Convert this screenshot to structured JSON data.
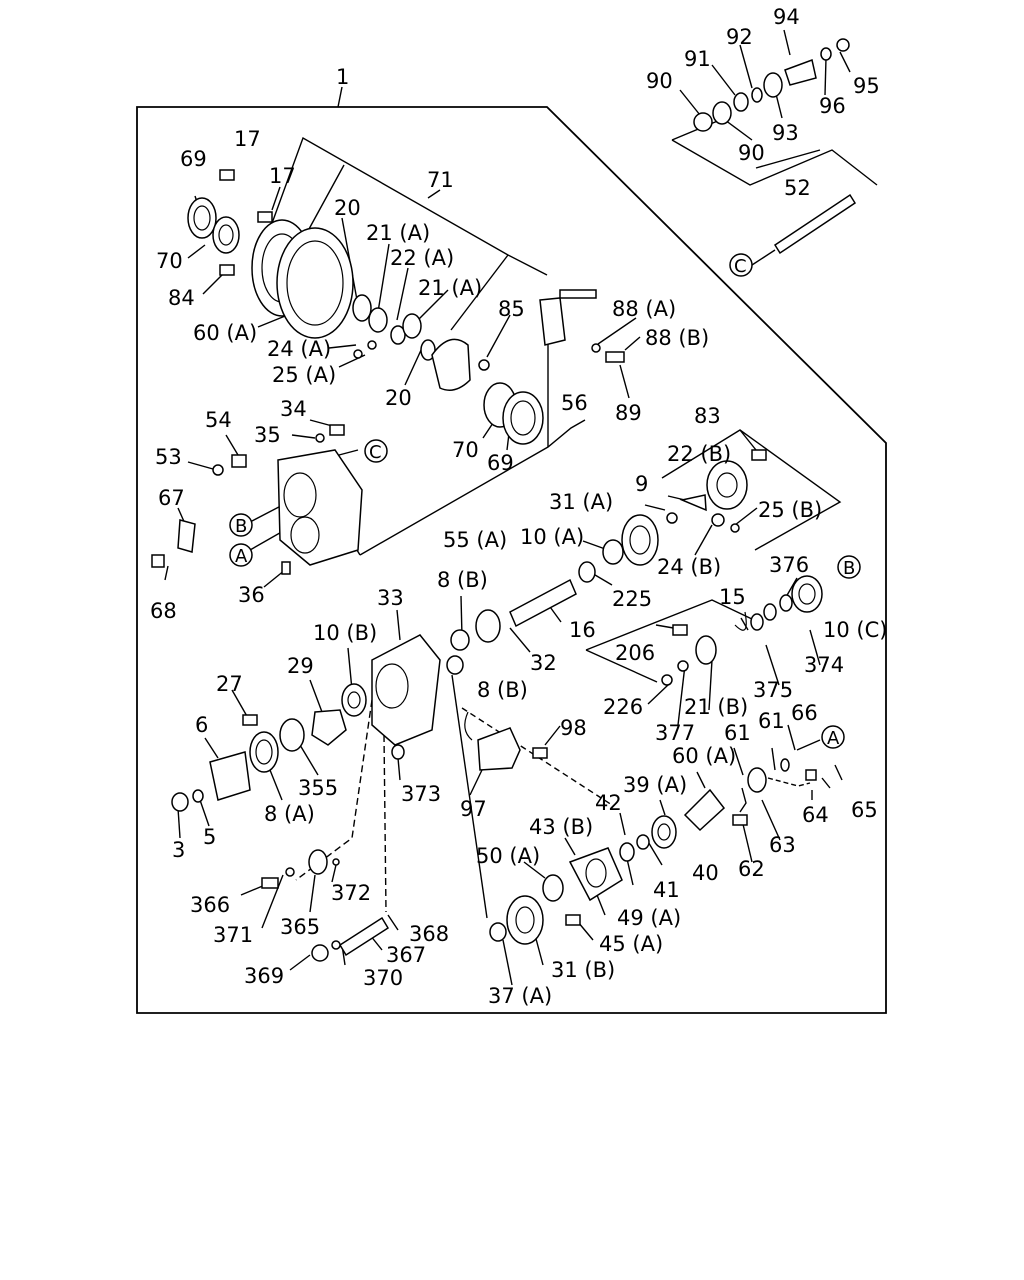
{
  "callouts": [
    {
      "id": "c1",
      "text": "1"
    },
    {
      "id": "c17a",
      "text": "17"
    },
    {
      "id": "c17b",
      "text": "17"
    },
    {
      "id": "c69a",
      "text": "69"
    },
    {
      "id": "c70a",
      "text": "70"
    },
    {
      "id": "c84",
      "text": "84"
    },
    {
      "id": "c60a",
      "text": "60 (A)"
    },
    {
      "id": "c71",
      "text": "71"
    },
    {
      "id": "c20a",
      "text": "20"
    },
    {
      "id": "c21a1",
      "text": "21 (A)"
    },
    {
      "id": "c22a",
      "text": "22 (A)"
    },
    {
      "id": "c21a2",
      "text": "21 (A)"
    },
    {
      "id": "c24a",
      "text": "24 (A)"
    },
    {
      "id": "c25a",
      "text": "25 (A)"
    },
    {
      "id": "c20b",
      "text": "20"
    },
    {
      "id": "c85",
      "text": "85"
    },
    {
      "id": "c88a",
      "text": "88 (A)"
    },
    {
      "id": "c88b",
      "text": "88 (B)"
    },
    {
      "id": "c89",
      "text": "89"
    },
    {
      "id": "c56",
      "text": "56"
    },
    {
      "id": "c70b",
      "text": "70"
    },
    {
      "id": "c69b",
      "text": "69"
    },
    {
      "id": "c54",
      "text": "54"
    },
    {
      "id": "c34",
      "text": "34"
    },
    {
      "id": "c35",
      "text": "35"
    },
    {
      "id": "c53",
      "text": "53"
    },
    {
      "id": "c67",
      "text": "67"
    },
    {
      "id": "c68",
      "text": "68"
    },
    {
      "id": "c36",
      "text": "36"
    },
    {
      "id": "c55a",
      "text": "55 (A)"
    },
    {
      "id": "c83",
      "text": "83"
    },
    {
      "id": "c22b",
      "text": "22 (B)"
    },
    {
      "id": "c9",
      "text": "9"
    },
    {
      "id": "c31a",
      "text": "31 (A)"
    },
    {
      "id": "c25b",
      "text": "25 (B)"
    },
    {
      "id": "c10a",
      "text": "10 (A)"
    },
    {
      "id": "c24b",
      "text": "24 (B)"
    },
    {
      "id": "c225",
      "text": "225"
    },
    {
      "id": "c376",
      "text": "376"
    },
    {
      "id": "c10c",
      "text": "10 (C)"
    },
    {
      "id": "c8b1",
      "text": "8 (B)"
    },
    {
      "id": "c33",
      "text": "33"
    },
    {
      "id": "c16",
      "text": "16"
    },
    {
      "id": "c15",
      "text": "15"
    },
    {
      "id": "c10b",
      "text": "10 (B)"
    },
    {
      "id": "c32",
      "text": "32"
    },
    {
      "id": "c206",
      "text": "206"
    },
    {
      "id": "c374",
      "text": "374"
    },
    {
      "id": "c29",
      "text": "29"
    },
    {
      "id": "c8b2",
      "text": "8 (B)"
    },
    {
      "id": "c375",
      "text": "375"
    },
    {
      "id": "c27",
      "text": "27"
    },
    {
      "id": "c226",
      "text": "226"
    },
    {
      "id": "c21b",
      "text": "21 (B)"
    },
    {
      "id": "c6",
      "text": "6"
    },
    {
      "id": "c98",
      "text": "98"
    },
    {
      "id": "c377",
      "text": "377"
    },
    {
      "id": "c61a",
      "text": "61"
    },
    {
      "id": "c61b",
      "text": "61"
    },
    {
      "id": "c66",
      "text": "66"
    },
    {
      "id": "c60a2",
      "text": "60 (A)"
    },
    {
      "id": "c355",
      "text": "355"
    },
    {
      "id": "c373",
      "text": "373"
    },
    {
      "id": "c39a",
      "text": "39 (A)"
    },
    {
      "id": "c3",
      "text": "3"
    },
    {
      "id": "c5",
      "text": "5"
    },
    {
      "id": "c8a",
      "text": "8 (A)"
    },
    {
      "id": "c97",
      "text": "97"
    },
    {
      "id": "c42",
      "text": "42"
    },
    {
      "id": "c64",
      "text": "64"
    },
    {
      "id": "c65",
      "text": "65"
    },
    {
      "id": "c43b",
      "text": "43 (B)"
    },
    {
      "id": "c63",
      "text": "63"
    },
    {
      "id": "c40",
      "text": "40"
    },
    {
      "id": "c50a",
      "text": "50 (A)"
    },
    {
      "id": "c62",
      "text": "62"
    },
    {
      "id": "c41",
      "text": "41"
    },
    {
      "id": "c372",
      "text": "372"
    },
    {
      "id": "c366",
      "text": "366"
    },
    {
      "id": "c49a",
      "text": "49 (A)"
    },
    {
      "id": "c371",
      "text": "371"
    },
    {
      "id": "c365",
      "text": "365"
    },
    {
      "id": "c368",
      "text": "368"
    },
    {
      "id": "c45a",
      "text": "45 (A)"
    },
    {
      "id": "c367",
      "text": "367"
    },
    {
      "id": "c369",
      "text": "369"
    },
    {
      "id": "c370",
      "text": "370"
    },
    {
      "id": "c31b",
      "text": "31 (B)"
    },
    {
      "id": "c37a",
      "text": "37 (A)"
    },
    {
      "id": "c94",
      "text": "94"
    },
    {
      "id": "c92",
      "text": "92"
    },
    {
      "id": "c91",
      "text": "91"
    },
    {
      "id": "c90a",
      "text": "90"
    },
    {
      "id": "c95",
      "text": "95"
    },
    {
      "id": "c96",
      "text": "96"
    },
    {
      "id": "c90b",
      "text": "90"
    },
    {
      "id": "c93",
      "text": "93"
    },
    {
      "id": "c52",
      "text": "52"
    }
  ],
  "ref_marks": [
    {
      "id": "rC1",
      "text": "C"
    },
    {
      "id": "rC2",
      "text": "C"
    },
    {
      "id": "rB1",
      "text": "B"
    },
    {
      "id": "rB2",
      "text": "B"
    },
    {
      "id": "rA1",
      "text": "A"
    },
    {
      "id": "rA2",
      "text": "A"
    }
  ]
}
